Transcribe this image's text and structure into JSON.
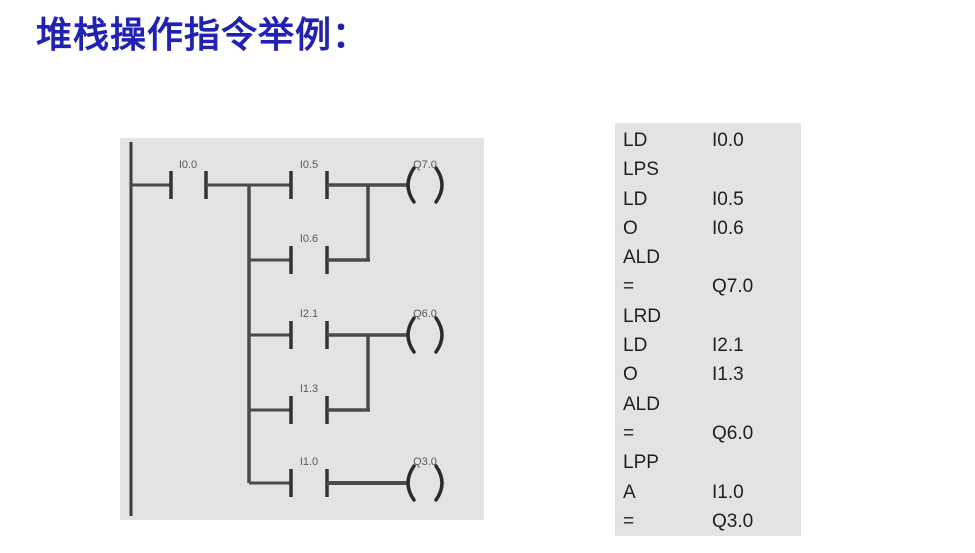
{
  "title": "堆栈操作指令举例：",
  "colors": {
    "title_blue": "#2121b2",
    "panel_bg": "#e3e3e3",
    "wire": "#4a4a4a",
    "ladder_label": "#5a5a5a",
    "code_text": "#1f1f1f"
  },
  "ladder": {
    "labels": {
      "contact1": "I0.0",
      "contact2": "I0.5",
      "contact3": "I0.6",
      "contact4": "I2.1",
      "contact5": "I1.3",
      "contact6": "I1.0",
      "coil1": "Q7.0",
      "coil2": "Q6.0",
      "coil3": "Q3.0"
    }
  },
  "instructions": {
    "rows": [
      {
        "op": "LD",
        "operand": "I0.0"
      },
      {
        "op": "LPS",
        "operand": ""
      },
      {
        "op": "LD",
        "operand": "I0.5"
      },
      {
        "op": "O",
        "operand": "I0.6"
      },
      {
        "op": "ALD",
        "operand": ""
      },
      {
        "op": "=",
        "operand": "Q7.0"
      },
      {
        "op": "LRD",
        "operand": ""
      },
      {
        "op": "LD",
        "operand": "I2.1"
      },
      {
        "op": "O",
        "operand": "I1.3"
      },
      {
        "op": "ALD",
        "operand": ""
      },
      {
        "op": "=",
        "operand": "Q6.0"
      },
      {
        "op": "LPP",
        "operand": ""
      },
      {
        "op": "A",
        "operand": "I1.0"
      },
      {
        "op": "=",
        "operand": "Q3.0"
      }
    ]
  }
}
